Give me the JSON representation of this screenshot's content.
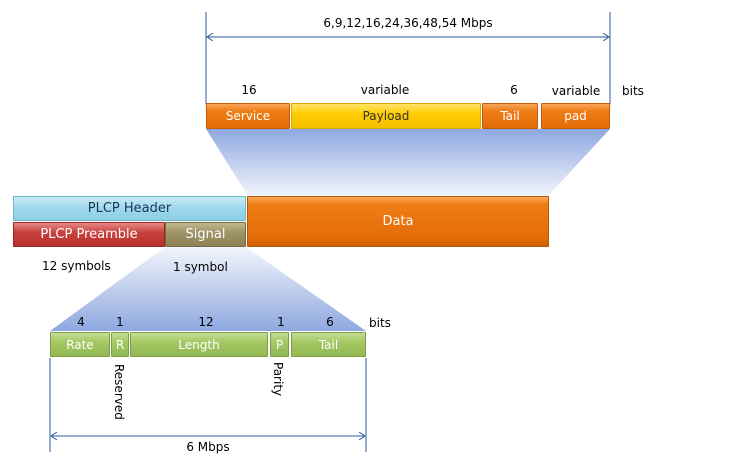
{
  "top": {
    "rate_label": "6,9,12,16,24,36,48,54 Mbps",
    "bit_counts": {
      "service": "16",
      "payload": "variable",
      "tail": "6",
      "pad": "variable",
      "unit": "bits"
    },
    "fields": {
      "service": "Service",
      "payload": "Payload",
      "tail": "Tail",
      "pad": "pad"
    }
  },
  "middle": {
    "plcp_header": "PLCP Header",
    "plcp_preamble": "PLCP Preamble",
    "signal": "Signal",
    "data": "Data",
    "preamble_length": "12 symbols",
    "signal_length": "1 symbol"
  },
  "bottom": {
    "bit_counts": {
      "rate": "4",
      "reserved": "1",
      "length": "12",
      "parity": "1",
      "tail": "6",
      "unit": "bits"
    },
    "fields": {
      "rate": "Rate",
      "reserved": "R",
      "length": "Length",
      "parity": "P",
      "tail": "Tail"
    },
    "vertical_labels": {
      "reserved": "Reserved",
      "parity": "Parity"
    },
    "rate_label": "6 Mbps"
  },
  "colors": {
    "orange": "#e36c09",
    "yellow": "#ffcc00",
    "green": "#9bbb59",
    "light_blue": "#9ed8ea",
    "red": "#c0504d",
    "olive": "#948a54",
    "trapezoid": "#8ea8e0"
  }
}
